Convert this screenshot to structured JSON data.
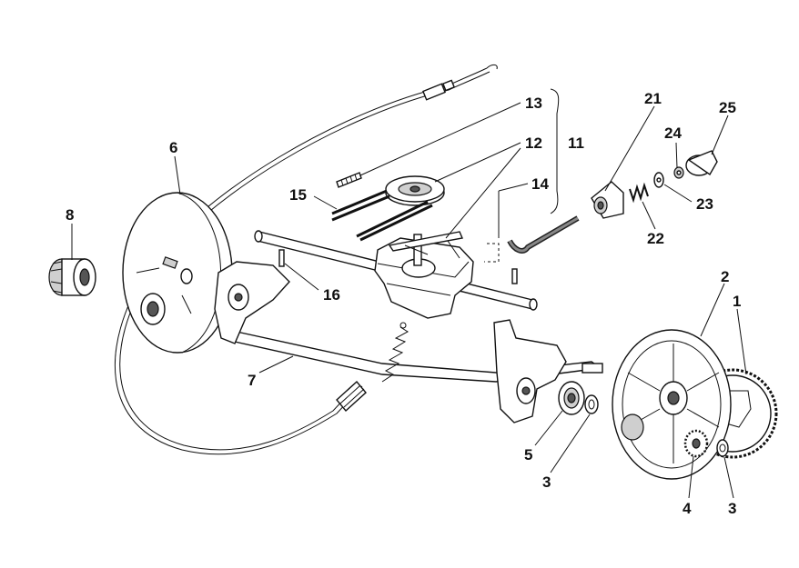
{
  "labels": [
    {
      "id": "13",
      "text": "13"
    },
    {
      "id": "12",
      "text": "12"
    },
    {
      "id": "11",
      "text": "11"
    },
    {
      "id": "14",
      "text": "14"
    },
    {
      "id": "6",
      "text": "6"
    },
    {
      "id": "15",
      "text": "15"
    },
    {
      "id": "8",
      "text": "8"
    },
    {
      "id": "16",
      "text": "16"
    },
    {
      "id": "21",
      "text": "21"
    },
    {
      "id": "24",
      "text": "24"
    },
    {
      "id": "25",
      "text": "25"
    },
    {
      "id": "23",
      "text": "23"
    },
    {
      "id": "22",
      "text": "22"
    },
    {
      "id": "2",
      "text": "2"
    },
    {
      "id": "1",
      "text": "1"
    },
    {
      "id": "7",
      "text": "7"
    },
    {
      "id": "5",
      "text": "5"
    },
    {
      "id": "3a",
      "text": "3"
    },
    {
      "id": "4",
      "text": "4"
    },
    {
      "id": "3b",
      "text": "3"
    }
  ]
}
